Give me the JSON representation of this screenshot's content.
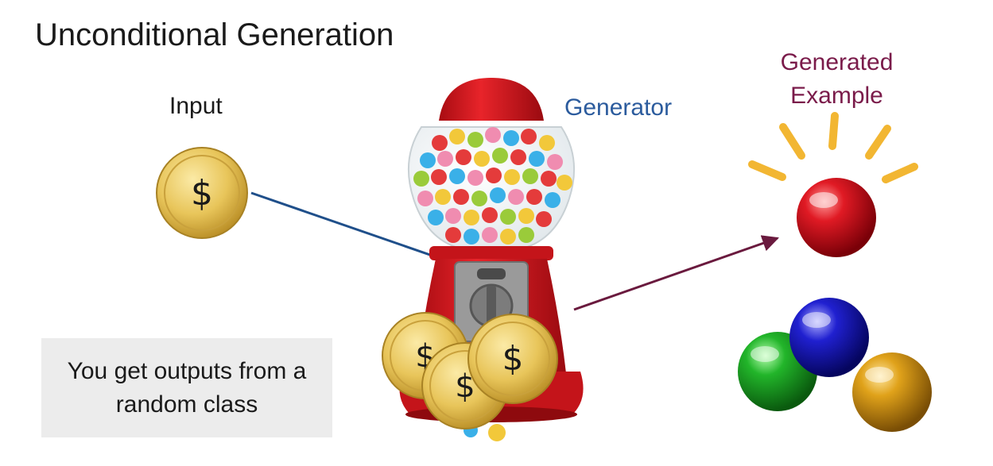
{
  "title": "Unconditional Generation",
  "labels": {
    "input": "Input",
    "generator": "Generator",
    "generated_example": "Generated Example"
  },
  "note": "You get outputs from a random class",
  "coin_symbol": "$",
  "colors": {
    "generator_label": "#2b5b9d",
    "generated_label": "#7a1b4a",
    "input_arrow": "#1f4f8a",
    "output_arrow": "#6a1a3e",
    "sun_rays": "#f2b632",
    "coin": "#e8c55a",
    "machine_red": "#d81e1e",
    "generated_ball": "#d01020",
    "other_balls": [
      "#1e9e1e",
      "#1e1ec8",
      "#d99a10"
    ]
  }
}
